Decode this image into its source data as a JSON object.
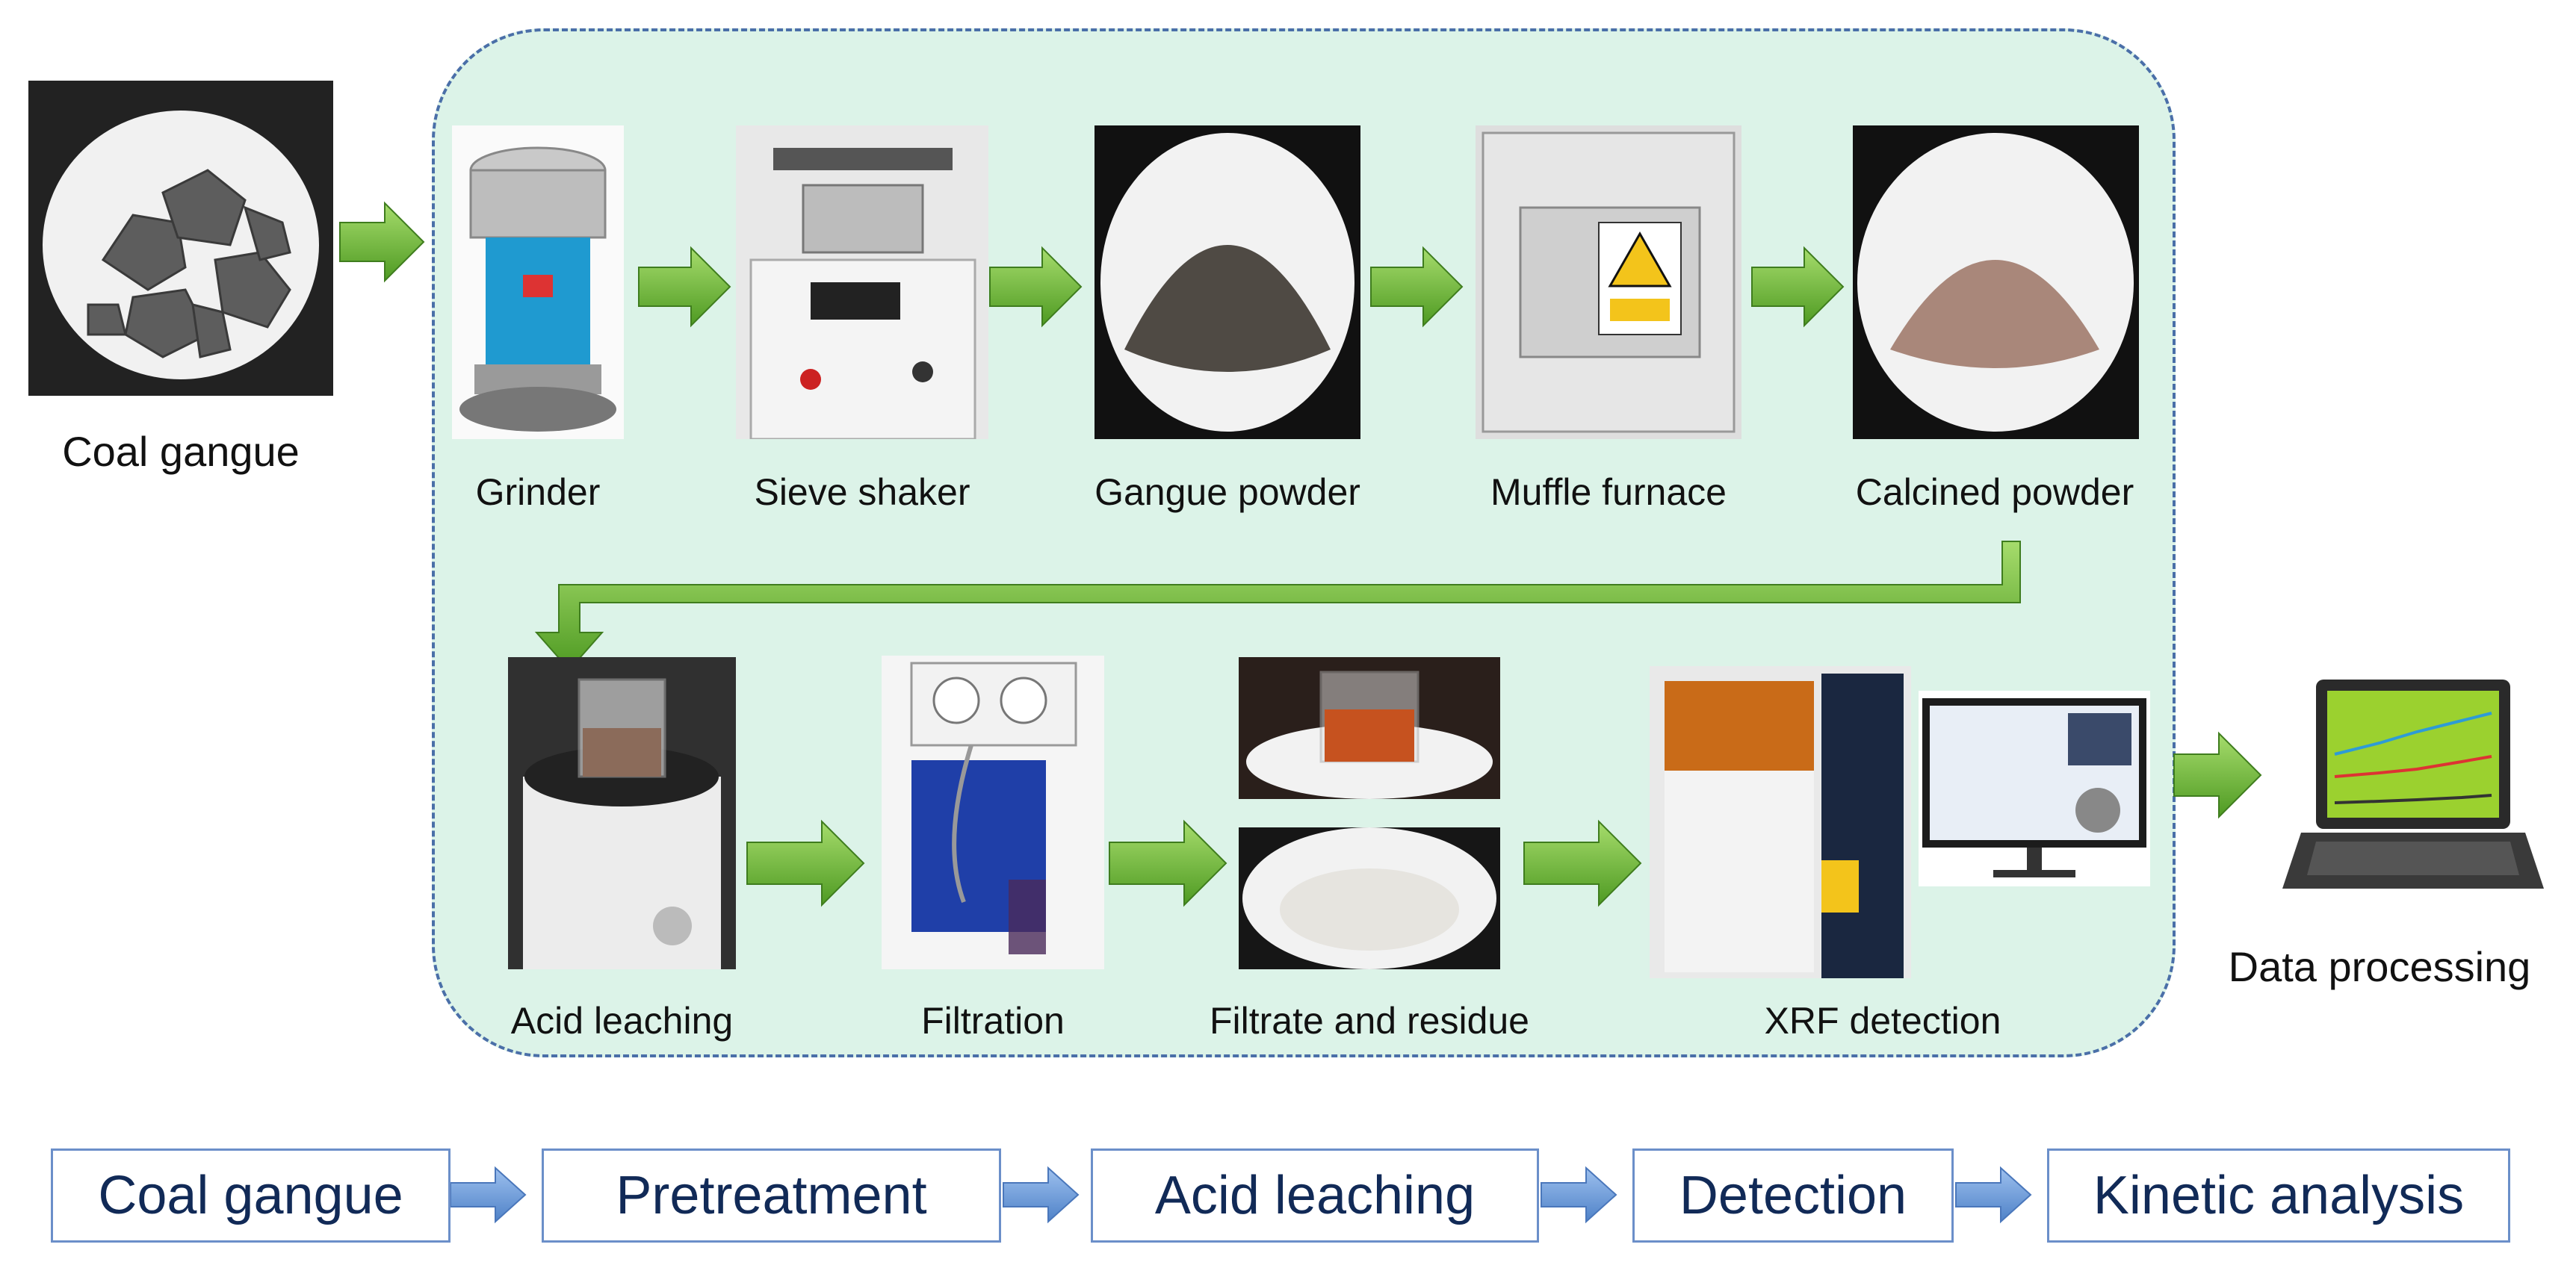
{
  "top_row": {
    "coal_gangue": "Coal gangue",
    "grinder": "Grinder",
    "sieve_shaker": "Sieve shaker",
    "gangue_powder": "Gangue powder",
    "muffle_furnace": "Muffle furnace",
    "calcined_powder": "Calcined powder"
  },
  "bottom_row": {
    "acid_leaching": "Acid leaching",
    "filtration": "Filtration",
    "filtrate_and_residue": "Filtrate and residue",
    "xrf_detection": "XRF  detection",
    "data_processing": "Data processing"
  },
  "flow": [
    "Coal gangue",
    "Pretreatment",
    "Acid leaching",
    "Detection",
    "Kinetic analysis"
  ],
  "colors": {
    "panel": "#dcf3e8",
    "panel_border": "#4a6fa8",
    "arrow_green": "#6fb832",
    "arrow_blue": "#6e9ad6",
    "flow_text": "#112a57"
  },
  "icons": [
    "coal-gangue-photo",
    "grinder-photo",
    "sieve-shaker-photo",
    "gangue-powder-photo",
    "muffle-furnace-photo",
    "calcined-powder-photo",
    "acid-leaching-photo",
    "filtration-photo",
    "filtrate-photo",
    "residue-photo",
    "xrf-instrument-photo",
    "computer-monitor-photo",
    "laptop-icon"
  ]
}
